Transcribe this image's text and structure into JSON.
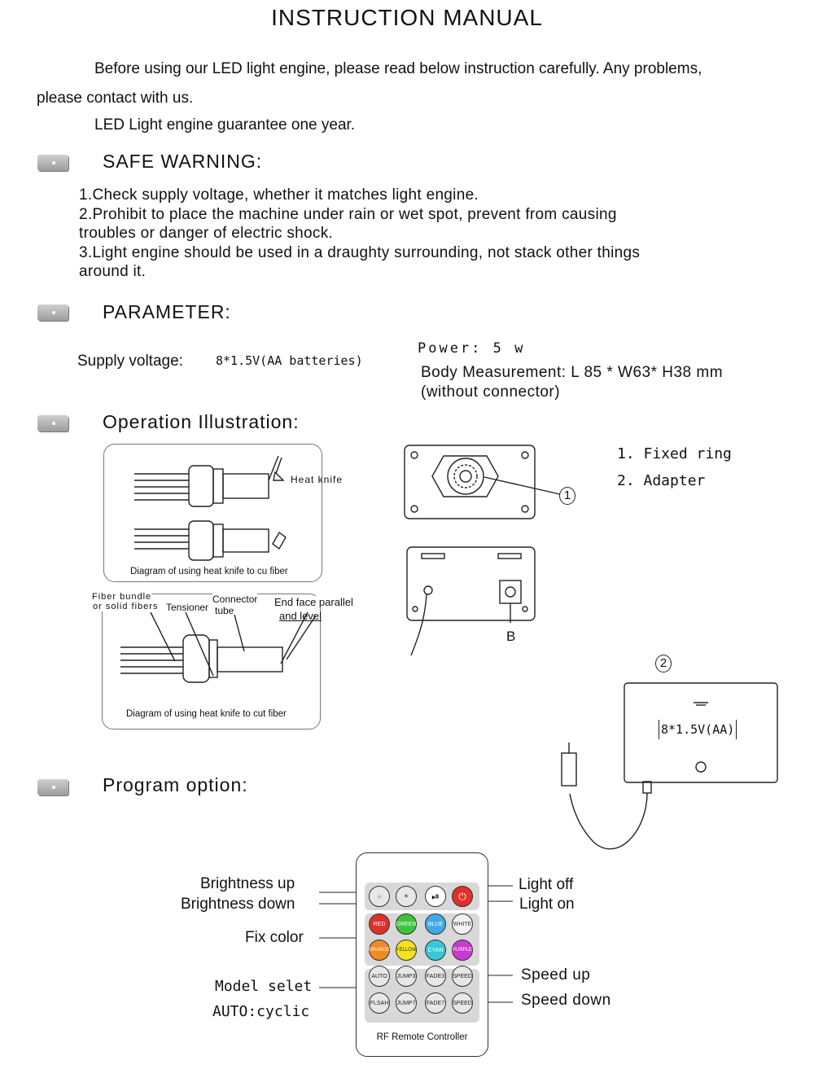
{
  "title": "INSTRUCTION MANUAL",
  "intro": {
    "line1": "Before using our LED light engine, please read below instruction carefully. Any problems,",
    "line2": "please contact with us.",
    "line3": "LED  Light  engine  guarantee one year."
  },
  "safe_warning": {
    "heading": "SAFE  WARNING",
    "items": [
      "1.Check supply voltage, whether it matches light engine.",
      "2.Prohibit to place the machine under rain or wet spot, prevent from causing",
      "troubles or danger of  electric shock.",
      "3.Light engine should be used in a draughty surrounding, not  stack other things",
      "around it."
    ]
  },
  "parameter": {
    "heading": "PARAMETER:",
    "supply_label": "Supply  voltage:",
    "supply_value": "8*1.5V(AA batteries)",
    "power": "Power:   5 w",
    "body_measurement": "Body Measurement: L 85  * W63* H38 mm",
    "without_connector": "(without connector)"
  },
  "operation": {
    "heading": "Operation Illustration:",
    "heat_knife": "Heat knife",
    "caption1": "Diagram of using heat knife to cu fiber",
    "caption2": "Diagram of using heat knife to cut fiber",
    "fiber_bundle": "Fiber bundle",
    "solid_fibers": "or solid fibers",
    "tensioner": "Tensioner",
    "connector": "Connector",
    "tube": "tube",
    "end_face": "End face parallel",
    "and_level": "and level",
    "legend1": "1. Fixed ring",
    "legend2": "2. Adapter",
    "marker1": "1",
    "marker2": "2",
    "marker_b": "B",
    "battery_label": "8*1.5V(AA)"
  },
  "program": {
    "heading": "Program option:",
    "left_labels": [
      "Brightness up",
      "Brightness down",
      "Fix color",
      "Model selet",
      "AUTO:cyclic"
    ],
    "right_labels": [
      "Light off",
      "Light on",
      "Speed  up",
      "Speed  down"
    ],
    "remote_caption": "RF Remote Controller",
    "color_buttons": [
      "RED",
      "GREEN",
      "BLUE",
      "WHITE",
      "ORANGE",
      "YELLOW",
      "CYAN",
      "PURPLE"
    ],
    "mode_buttons": [
      "AUTO",
      "JUMP3",
      "FADE3",
      "FLSAH",
      "JUMP7",
      "FADE7"
    ],
    "speed_up": "SPEED",
    "speed_down": "SPEED",
    "colors": {
      "red": "#e0302a",
      "green": "#3cc43c",
      "blue": "#3fa9e8",
      "white": "#f2f2f2",
      "orange": "#f08a24",
      "yellow": "#f3e21e",
      "cyan": "#36c8d8",
      "purple": "#c93ad0"
    }
  }
}
